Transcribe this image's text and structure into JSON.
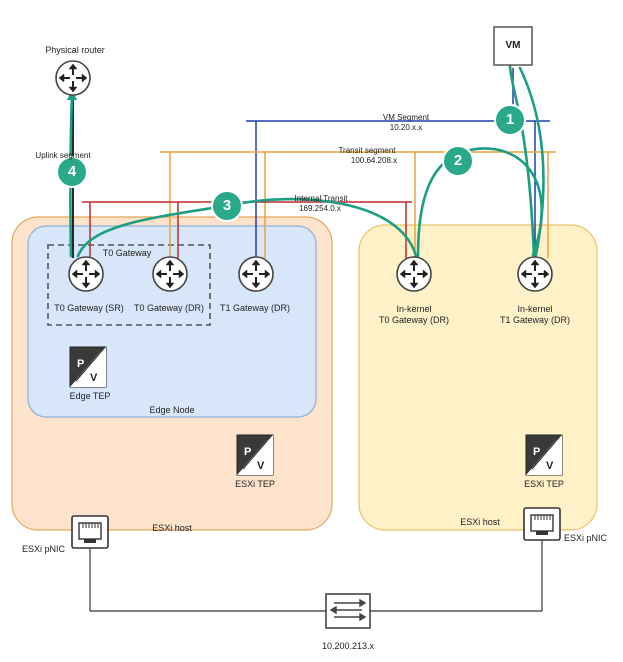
{
  "labels": {
    "physical_router": "Physical router",
    "vm": "VM",
    "uplink_segment": "Uplink segment",
    "vm_segment": "VM Segment",
    "vm_segment_subnet": "10.20.x.x",
    "transit_segment": "Transit segment",
    "transit_segment_subnet": "100.64.208.x",
    "internal_transit": "Internal Transit",
    "internal_transit_subnet": "169.254.0.x",
    "t0_gateway_group": "T0 Gateway",
    "t0_gateway_sr": "T0 Gateway (SR)",
    "t0_gateway_dr": "T0 Gateway (DR)",
    "t1_gateway_dr": "T1 Gateway (DR)",
    "inkernel_t0_line1": "In-kernel",
    "inkernel_t0_line2": "T0 Gateway (DR)",
    "inkernel_t1_line1": "In-kernel",
    "inkernel_t1_line2": "T1 Gateway (DR)",
    "edge_tep": "Edge TEP",
    "edge_node": "Edge Node",
    "esxi_tep_left": "ESXi TEP",
    "esxi_tep_right": "ESXi TEP",
    "esxi_host_left": "ESXi host",
    "esxi_host_right": "ESXi host",
    "esxi_pnic_left": "ESXi pNIC",
    "esxi_pnic_right": "ESXi pNIC",
    "switch_ip": "10.200.213.x"
  },
  "steps": [
    "1",
    "2",
    "3",
    "4"
  ],
  "colors": {
    "vm_segment": "#1f3fb0",
    "transit_segment": "#e8a33a",
    "internal_transit": "#c0282d",
    "uplink": "#111111",
    "path": "#1b9e82",
    "step_badge": "#2aa98a",
    "host_left_fill": "#fde3cc",
    "host_right_fill": "#fff1c8",
    "edge_node_fill": "#d7e6f8"
  },
  "icons": {
    "router": "router-icon",
    "tep": "tep-icon",
    "nic": "nic-icon",
    "switch": "switch-icon",
    "vm": "vm-icon"
  }
}
